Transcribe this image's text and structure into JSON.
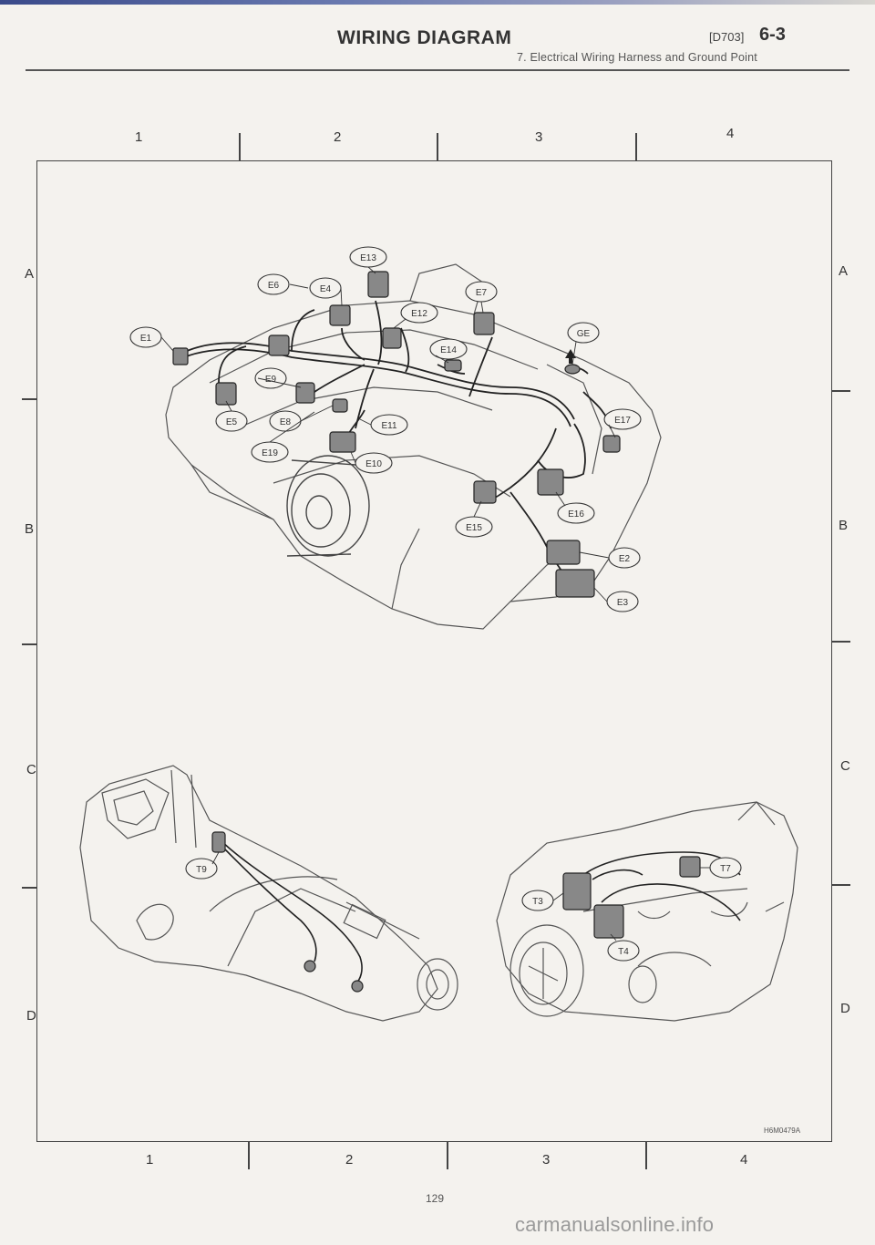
{
  "header": {
    "title": "WIRING DIAGRAM",
    "code": "[D703]",
    "page_ref": "6-3",
    "subtitle": "7. Electrical Wiring Harness and Ground Point"
  },
  "grid": {
    "columns": [
      "1",
      "2",
      "3",
      "4"
    ],
    "rows": [
      "A",
      "B",
      "C",
      "D"
    ]
  },
  "connectors": {
    "e1": "E1",
    "e2": "E2",
    "e3": "E3",
    "e4": "E4",
    "e5": "E5",
    "e6": "E6",
    "e7": "E7",
    "e8": "E8",
    "e9": "E9",
    "e10": "E10",
    "e11": "E11",
    "e12": "E12",
    "e13": "E13",
    "e14": "E14",
    "e15": "E15",
    "e16": "E16",
    "e17": "E17",
    "e19": "E19",
    "ge": "GE",
    "t3": "T3",
    "t4": "T4",
    "t7": "T7",
    "t9": "T9"
  },
  "figure_code": "H6M0479A",
  "page_number": "129",
  "watermark": "carmanualsonline.info",
  "colors": {
    "ink": "#2a2a2a",
    "paper": "#f4f2ee",
    "band": "#3a4a8a"
  }
}
